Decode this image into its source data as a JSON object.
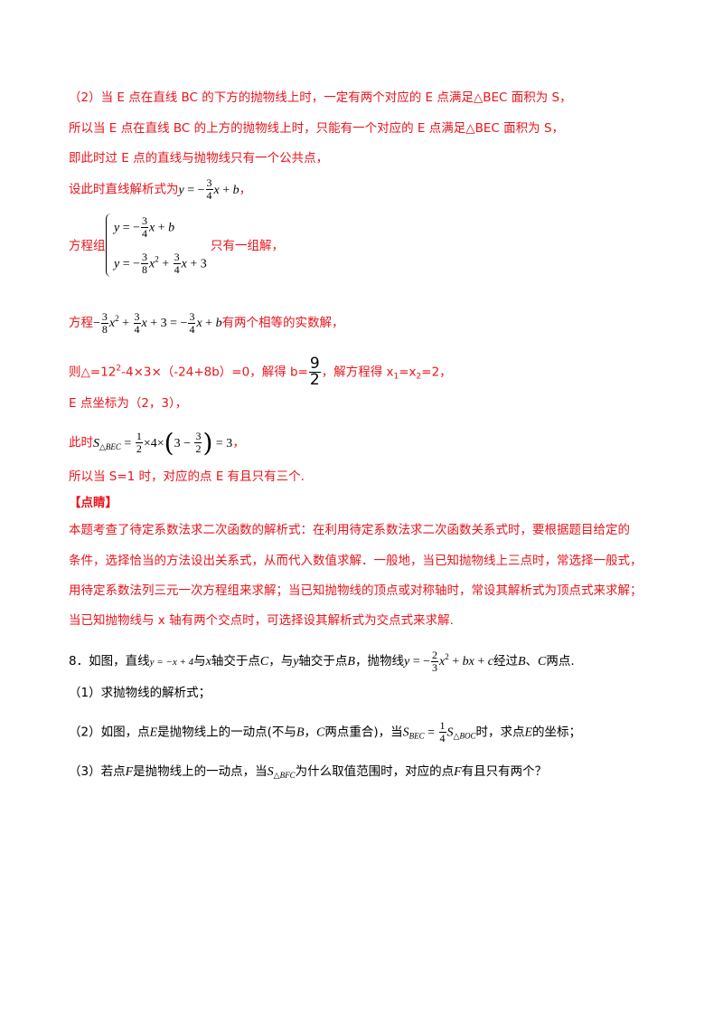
{
  "lines": {
    "l1": "（2）当 E 点在直线 BC 的下方的抛物线上时，一定有两个对应的 E 点满足△BEC 面积为 S，",
    "l2": "所以当 E 点在直线 BC 的上方的抛物线上时，只能有一个对应的 E 点满足△BEC 面积为 S，",
    "l3": "即此时过 E 点的直线与抛物线只有一个公共点，",
    "l4_pre": "设此时直线解析式为",
    "l4_post": "，",
    "l5_pre": "方程组",
    "l5_post": "只有一组解，",
    "l6_pre": "方程",
    "l6_post": "有两个相等的实数解，",
    "l7_pre": "则△=12",
    "l7_mid": "-4×3×（-24+8b）=0，解得 b=",
    "l7_post": "，解方程得 x",
    "l7_tail": "=2，",
    "l8": "E 点坐标为（2，3），",
    "l9_pre": "此时",
    "l9_post": "，",
    "l10": "所以当 S=1 时，对应的点 E 有且只有三个.",
    "l11": "【点睛】",
    "l12": "本题考查了待定系数法求二次函数的解析式：在利用待定系数法求二次函数关系式时，要根据题目给定的",
    "l13": "条件，选择恰当的方法设出关系式，从而代入数值求解．一般地，当已知抛物线上三点时，常选择一般式，",
    "l14": "用待定系数法列三元一次方程组来求解；当已知抛物线的顶点或对称轴时，常设其解析式为顶点式来求解；",
    "l15": "当已知抛物线与 x 轴有两个交点时，可选择设其解析式为交点式来求解."
  },
  "q8": {
    "p1": "8．如图，直线",
    "p2": "与",
    "p3": "轴交于点",
    "p4": "，与",
    "p5": "轴交于点",
    "p6": "，抛物线",
    "p7": "经过",
    "p8": "、",
    "p9": "两点.",
    "sub1": "（1）求抛物线的解析式；",
    "sub2_a": "（2）如图，点",
    "sub2_b": "是抛物线上的一动点(不与",
    "sub2_c": "，",
    "sub2_d": "两点重合)，当",
    "sub2_e": "时，求点",
    "sub2_f": "的坐标；",
    "sub3_a": "（3）若点",
    "sub3_b": "是抛物线上的一动点，当",
    "sub3_c": "为什么取值范围时，对应的点",
    "sub3_d": "有且只有两个？"
  },
  "colors": {
    "answer": "#e8141c",
    "question": "#000000"
  }
}
